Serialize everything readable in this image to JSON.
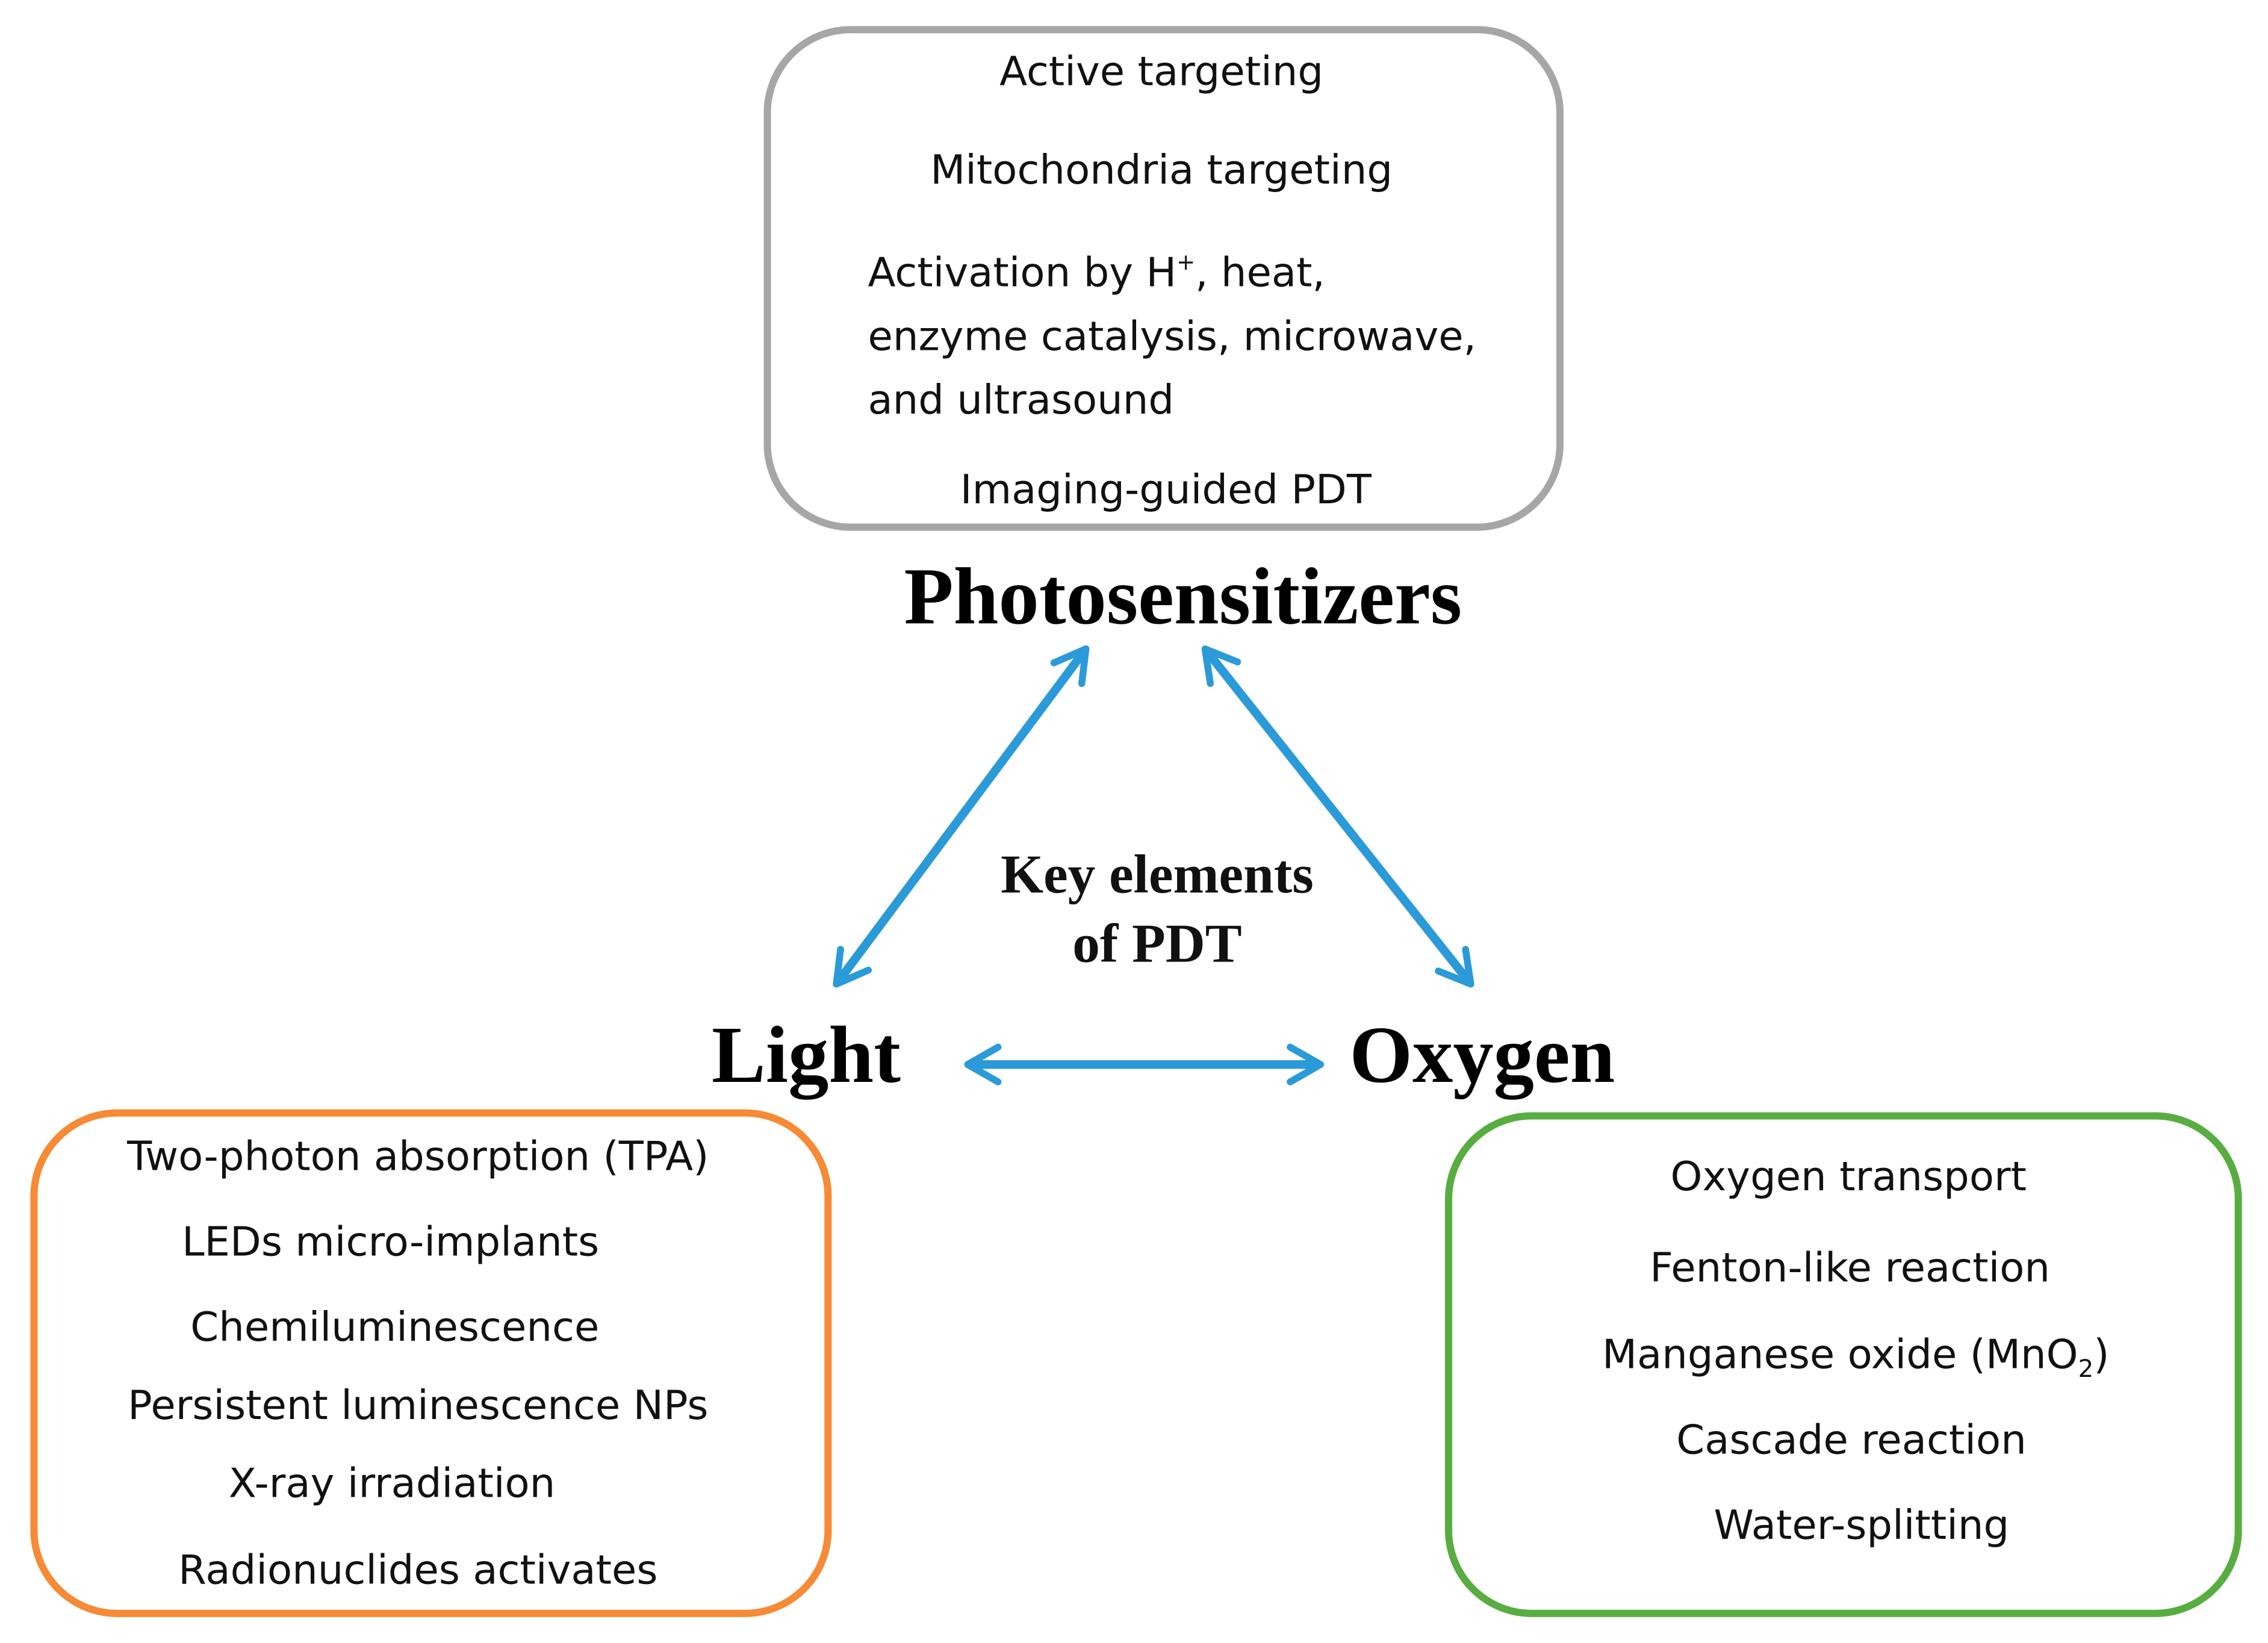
{
  "photosensitizers": {
    "title": "Photosensitizers",
    "items": [
      "Active targeting",
      "Mitochondria targeting",
      {
        "prefix": "Activation by H",
        "sup": "+",
        "line1_rest": ", heat,",
        "line2": "enzyme catalysis, microwave,",
        "line3": "and ultrasound"
      },
      "Imaging-guided PDT"
    ]
  },
  "center": {
    "line1": "Key elements",
    "line2": "of PDT"
  },
  "light": {
    "title": "Light",
    "items": [
      "Two-photon absorption (TPA)",
      "LEDs micro-implants",
      "Chemiluminescence",
      "Persistent luminescence NPs",
      "X-ray irradiation",
      "Radionuclides activates"
    ]
  },
  "oxygen": {
    "title": "Oxygen",
    "items": [
      "Oxygen transport",
      "Fenton-like reaction",
      {
        "text": "Manganese oxide (MnO",
        "sub": "2",
        "close": ")"
      },
      "Cascade reaction",
      "Water-splitting"
    ]
  },
  "colors": {
    "arrow": "#2b9ad8",
    "photosensitizers_border": "#a6a6a6",
    "light_border": "#f68a35",
    "oxygen_border": "#58ad40"
  }
}
